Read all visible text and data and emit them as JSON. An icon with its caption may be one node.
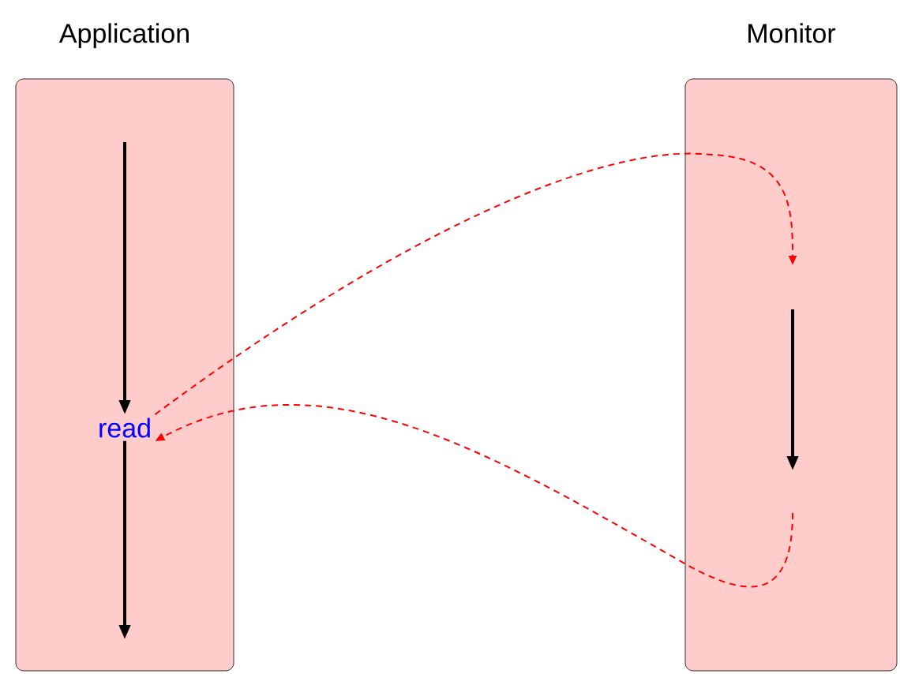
{
  "diagram": {
    "nodes": [
      {
        "text": [
          "Application"
        ]
      },
      {
        "text": [
          "Monitor"
        ]
      },
      {
        "text": [
          "read"
        ],
        "in": 0
      }
    ],
    "edges": [
      {
        "from": null,
        "to": 2,
        "arrow": "to"
      },
      {
        "from": 2,
        "to": null,
        "arrow": "to"
      },
      {
        "from": 2,
        "to": 1,
        "arrow": "to",
        "style": "dashed",
        "color": "#ff0000"
      },
      {
        "from": 1,
        "to": 2,
        "arrow": "to",
        "style": "dashed",
        "color": "#ff0000"
      }
    ]
  }
}
